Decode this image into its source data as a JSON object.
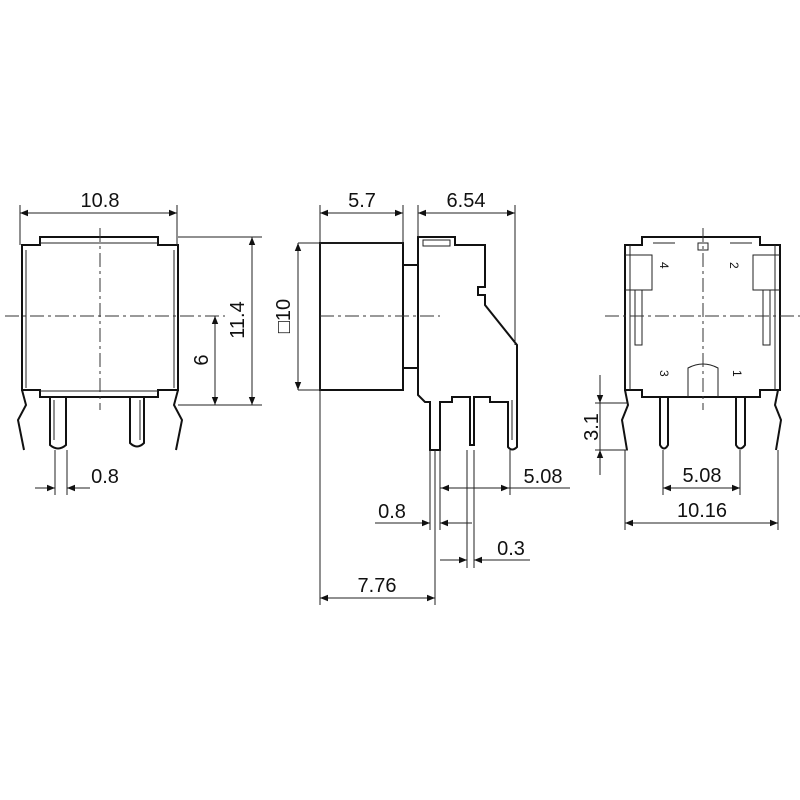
{
  "front_view": {
    "width": "10.8",
    "height": "11.4",
    "center_height": "6",
    "pin_width": "0.8"
  },
  "side_view": {
    "cap_size": "□10",
    "cap_depth": "5.7",
    "body_depth": "6.54",
    "pin_pitch": "5.08",
    "pin_width": "0.8",
    "pin_thickness": "0.3",
    "overall_to_pin": "7.76"
  },
  "bottom_view": {
    "lead_length": "3.1",
    "pin_pitch": "5.08",
    "lead_span": "10.16",
    "pin_labels": [
      "4",
      "2",
      "3",
      "1"
    ]
  },
  "colors": {
    "line": "#111111",
    "background": "#ffffff"
  }
}
